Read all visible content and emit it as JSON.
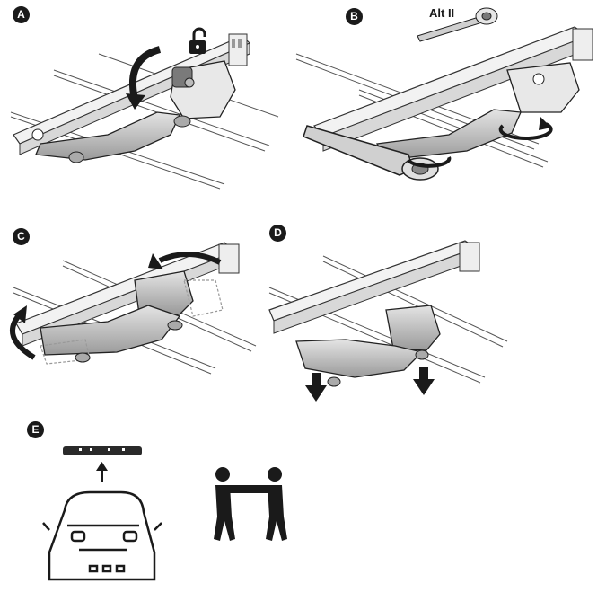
{
  "steps": {
    "a": {
      "label": "A"
    },
    "b": {
      "label": "B",
      "tool_label": "Alt II"
    },
    "c": {
      "label": "C"
    },
    "d": {
      "label": "D"
    },
    "e": {
      "label": "E"
    }
  },
  "colors": {
    "ink": "#1a1a1a",
    "part_fill": "#cfcfcf",
    "part_dark": "#8a8a8a",
    "ghost": "#bdbdbd"
  },
  "icons": [
    "unlock-icon",
    "key-icon",
    "wrench-icon",
    "rotate-arrow-icon",
    "down-arrow-icon",
    "up-arrow-icon",
    "car-icon",
    "two-person-lift-icon"
  ]
}
